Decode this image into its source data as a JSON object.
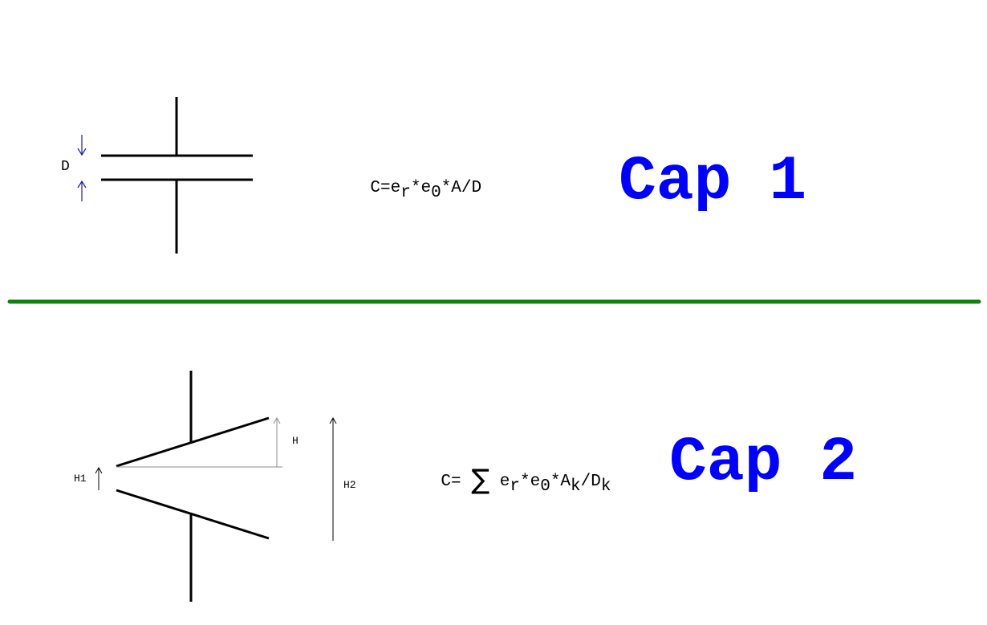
{
  "colors": {
    "background": "#ffffff",
    "line": "#000000",
    "title": "#0000ff",
    "dimension_arrow_cap1": "#1a1aa8",
    "dimension_line_cap2": "#8c8c8c",
    "separator": "#118011"
  },
  "cap1": {
    "title": "Cap 1",
    "gap_label": "D",
    "formula": {
      "prefix": "C=e",
      "sub1": "r",
      "mid": "*e",
      "sub2": "0",
      "suffix": "*A/D"
    }
  },
  "cap2": {
    "title": "Cap 2",
    "labels": {
      "h": "H",
      "h1": "H1",
      "h2": "H2"
    },
    "formula": {
      "prefix": "C=",
      "sigma": "∑",
      "e": "e",
      "sub1": "r",
      "mid": "*e",
      "sub2": "0",
      "a": "*A",
      "sub3": "k",
      "d": "/D",
      "sub4": "k"
    }
  }
}
